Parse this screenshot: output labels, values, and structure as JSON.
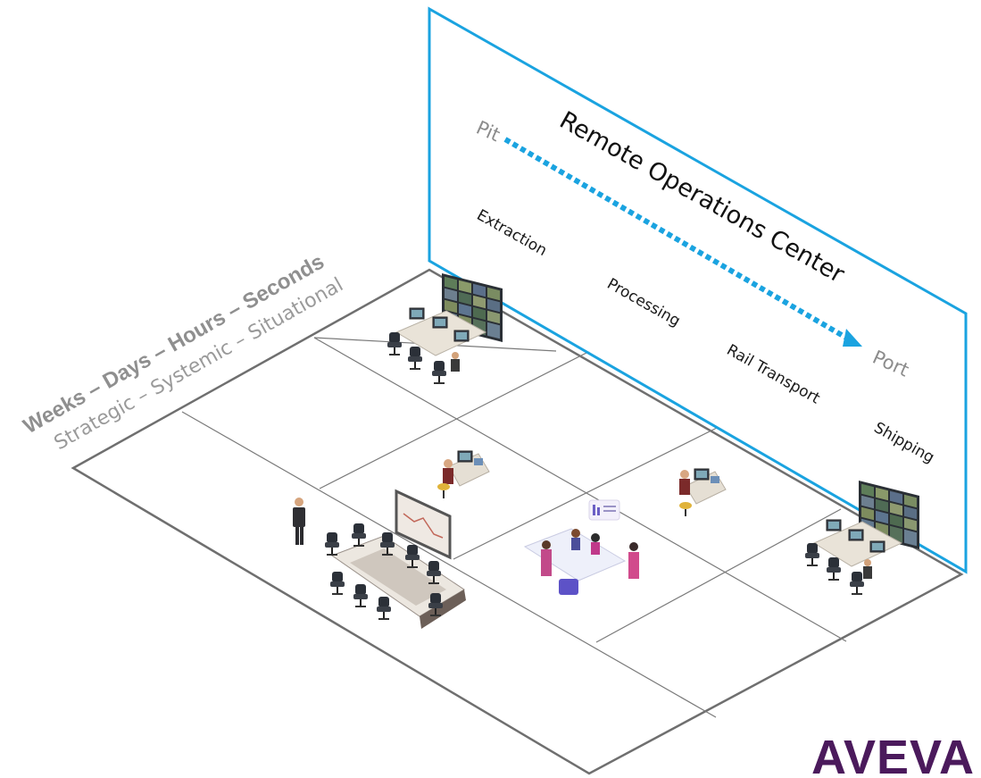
{
  "panel": {
    "title": "Remote Operations Center",
    "start_label": "Pit",
    "end_label": "Port",
    "stages": [
      "Extraction",
      "Processing",
      "Rail Transport",
      "Shipping"
    ]
  },
  "time_horizon": {
    "timescale": "Weeks – Days – Hours – Seconds",
    "decision_levels": "Strategic – Systemic – Situational"
  },
  "brand": {
    "name": "AVEVA"
  },
  "colors": {
    "panel_border": "#1aa3e0",
    "flow_arrow": "#1aa3e0",
    "floor_lines": "#7a7a7a",
    "brand": "#4b1a5c",
    "timeline_text": "#8f8f8f"
  }
}
